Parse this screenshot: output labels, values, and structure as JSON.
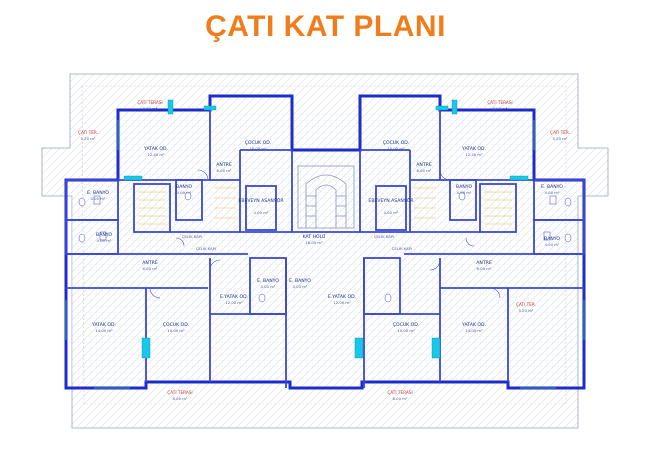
{
  "title": "ÇATI KAT PLANI",
  "colors": {
    "title": "#F07D1A",
    "wall": "#1F2DC8",
    "wall_thin": "#3A48D6",
    "terrace_fill": "#EEF2F8",
    "terrace_lines": "#C9D2DE",
    "window": "#18C8E8",
    "label": "#1A2E8A",
    "terrace_label": "#C0392B"
  },
  "rooms": [
    {
      "name": "ÇATI TERASI",
      "area": "8.00 m²"
    },
    {
      "name": "ÇATI TERASI",
      "area": "8.00 m²"
    },
    {
      "name": "ÇATI TER.",
      "area": "5.20 m²"
    },
    {
      "name": "ÇATI TER.",
      "area": "5.20 m²"
    },
    {
      "name": "YATAK OD.",
      "area": "12.40 m²"
    },
    {
      "name": "ÇOCUK OD.",
      "area": "10.00 m²"
    },
    {
      "name": "ÇOCUK OD.",
      "area": "10.00 m²"
    },
    {
      "name": "YATAK OD.",
      "area": "12.40 m²"
    },
    {
      "name": "ANTRE",
      "area": "6.00 m²"
    },
    {
      "name": "ANTRE",
      "area": "6.00 m²"
    },
    {
      "name": "E. BANYO",
      "area": "4.00 m²"
    },
    {
      "name": "E. BANYO",
      "area": "4.00 m²"
    },
    {
      "name": "BANYO",
      "area": "4.00 m²"
    },
    {
      "name": "BANYO",
      "area": "4.00 m²"
    },
    {
      "name": "BANYO",
      "area": "4.00 m²"
    },
    {
      "name": "BANYO",
      "area": "4.00 m²"
    },
    {
      "name": "EBEVEYN ASANSÖR",
      "area": "4.00 m²"
    },
    {
      "name": "EBEVEYN ASANSÖR",
      "area": "4.00 m²"
    },
    {
      "name": "KAT HOLÜ",
      "area": "16.00 m²"
    },
    {
      "name": "ANTRE",
      "area": "6.00 m²"
    },
    {
      "name": "ANTRE",
      "area": "6.00 m²"
    },
    {
      "name": "YATAK OD.",
      "area": "14.00 m²"
    },
    {
      "name": "ÇOCUK OD.",
      "area": "10.00 m²"
    },
    {
      "name": "E. BANYO",
      "area": "4.00 m²"
    },
    {
      "name": "E. BANYO",
      "area": "4.00 m²"
    },
    {
      "name": "E.YATAK OD.",
      "area": "12.00 m²"
    },
    {
      "name": "E.YATAK OD.",
      "area": "12.00 m²"
    },
    {
      "name": "ÇOCUK OD.",
      "area": "10.00 m²"
    },
    {
      "name": "YATAK OD.",
      "area": "14.00 m²"
    },
    {
      "name": "ÇATI TER.",
      "area": "5.20 m²"
    },
    {
      "name": "ÇATI TERASI",
      "area": "8.00 m²"
    },
    {
      "name": "ÇATI TERASI",
      "area": "8.00 m²"
    }
  ],
  "doors": [
    "ÇELİK KAPI",
    "ÇELİK KAPI",
    "ÇELİK KAPI",
    "ÇELİK KAPI"
  ]
}
